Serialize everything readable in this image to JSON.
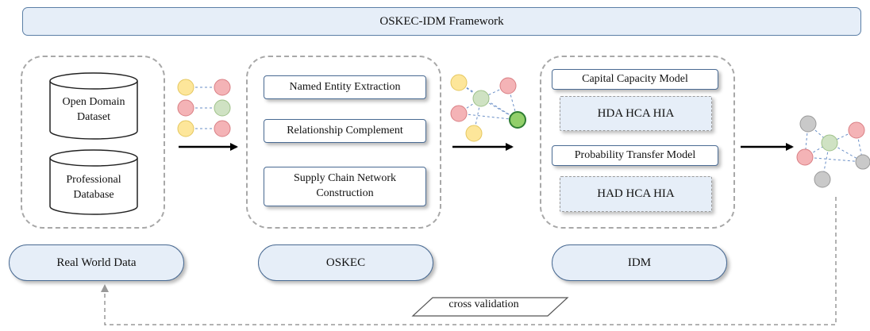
{
  "title": "OSKEC-IDM Framework",
  "data_sources": {
    "open_domain": "Open Domain Dataset",
    "professional": "Professional Database"
  },
  "oskec_steps": [
    "Named Entity Extraction",
    "Relationship Complement",
    "Supply Chain Network Construction"
  ],
  "idm": {
    "capital_model": "Capital Capacity Model",
    "capital_metrics": "HDA HCA HIA",
    "probability_model": "Probability Transfer Model",
    "probability_metrics": "HAD HCA HIA"
  },
  "stages": [
    "Real World Data",
    "OSKEC",
    "IDM"
  ],
  "feedback_label": "cross validation",
  "colors": {
    "node_yellow": "#fde69a",
    "node_red": "#f4b3b6",
    "node_green": "#cfe2c3",
    "node_green_active": "#92cf6a",
    "node_gray": "#c9c9c9",
    "box_fill": "#e6eef8",
    "box_border": "#4a6b93"
  }
}
